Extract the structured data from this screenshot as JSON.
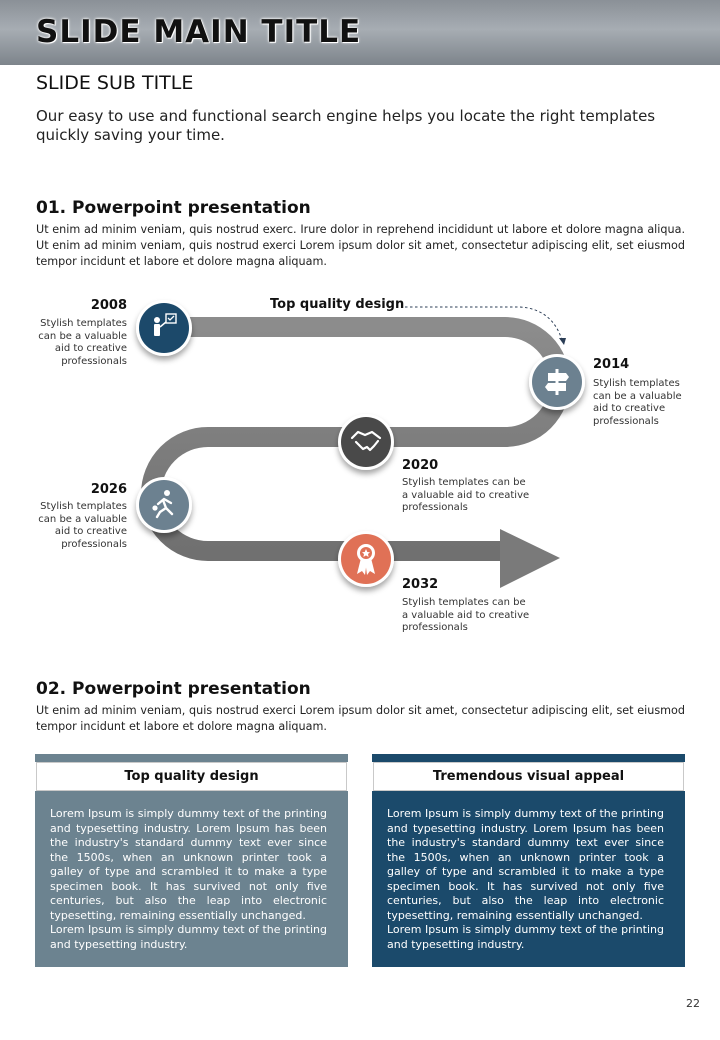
{
  "header": {
    "title": "SLIDE MAIN TITLE"
  },
  "subtitle": "SLIDE SUB TITLE",
  "intro": "Our easy to use and functional search engine helps you locate the right templates quickly saving your time.",
  "section1": {
    "title": "01. Powerpoint presentation",
    "body": "Ut enim ad minim veniam, quis nostrud exerc. Irure dolor in reprehend incididunt ut labore et dolore magna aliqua. Ut enim ad minim veniam, quis nostrud exerci  Lorem ipsum dolor sit amet, consectetur adipiscing elit, set eiusmod tempor incidunt et labore et dolore magna aliquam."
  },
  "timeline": {
    "callout": "Top quality design",
    "milestones": [
      {
        "year": "2008",
        "desc": "Stylish templates can be a valuable aid to creative professionals",
        "icon": "presenter-checklist-icon",
        "color": "#1b4a6b"
      },
      {
        "year": "2014",
        "desc": "Stylish templates can be a valuable aid to creative professionals",
        "icon": "signpost-icon",
        "color": "#6c8190"
      },
      {
        "year": "2020",
        "desc": "Stylish templates can be a valuable aid to creative professionals",
        "icon": "handshake-icon",
        "color": "#4f4f4f"
      },
      {
        "year": "2026",
        "desc": "Stylish templates can be a valuable aid to creative professionals",
        "icon": "running-person-icon",
        "color": "#6c8190"
      },
      {
        "year": "2032",
        "desc": "Stylish templates can be a valuable aid to creative professionals",
        "icon": "award-ribbon-icon",
        "color": "#e07156"
      }
    ]
  },
  "section2": {
    "title": "02. Powerpoint presentation",
    "body": "Ut enim ad minim veniam, quis nostrud exerci Lorem ipsum dolor sit amet, consectetur adipiscing elit, set eiusmod tempor incidunt et labore et dolore magna aliquam."
  },
  "boxes": [
    {
      "title": "Top quality design",
      "text": "Lorem Ipsum is simply dummy text of the printing and typesetting industry. Lorem Ipsum has been the industry's standard dummy text ever since the 1500s, when an unknown printer took a galley of type and scrambled it to make a type specimen book. It has survived not only five centuries, but also the leap into electronic typesetting, remaining essentially unchanged.\nLorem Ipsum is simply dummy text of the printing and typesetting industry.",
      "color": "#6c8390"
    },
    {
      "title": "Tremendous visual appeal",
      "text": "Lorem Ipsum is simply dummy text of the printing and typesetting industry. Lorem Ipsum has been the industry's standard dummy text ever since the 1500s, when an unknown printer took a galley of type and scrambled it to make a type specimen book. It has survived not only five centuries, but also the leap into electronic typesetting, remaining essentially unchanged.\nLorem Ipsum is simply dummy text of the printing and typesetting industry.",
      "color": "#1b4a6b"
    }
  ],
  "page_number": "22",
  "colors": {
    "path": "#808080",
    "path_dark": "#6f6f6f"
  }
}
